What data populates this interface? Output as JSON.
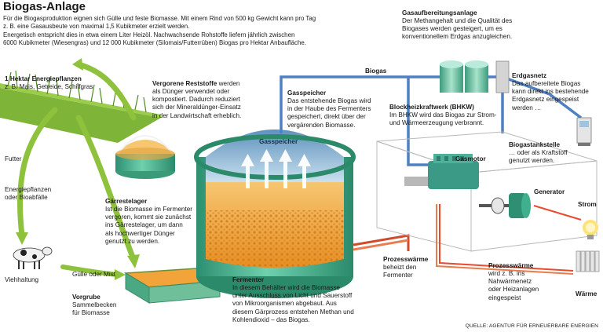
{
  "title": "Biogas-Anlage",
  "intro": {
    "line1": "Für die Biogasproduktion eignen sich Gülle und feste Biomasse. Mit einem Rind von 500 kg Gewicht kann pro Tag",
    "line2": "z. B. eine Gasausbeute von maximal 1,5 Kubikmeter erzielt werden.",
    "line3": "Energetisch entspricht dies in etwa einem Liter Heizöl. Nachwachsende Rohstoffe liefern jährlich zwischen",
    "line4": "6000 Kubikmeter (Wiesengras) und 12 000 Kubikmeter (Silomais/Futterrüben) Biogas pro Hektar Anbaufläche."
  },
  "labels": {
    "hektar_title": "1 Hektar Energiepflanzen",
    "hektar_text": "z. B. Mais, Getreide, Schilfgras",
    "futter": "Futter",
    "energiepflanzen": "Energiepflanzen\noder Bioabfälle",
    "viehhaltung": "Viehhaltung",
    "guelle": "Gülle oder Mist",
    "vorgrube_title": "Vorgrube",
    "vorgrube_text": "Sammelbecken\nfür Biomasse",
    "reststoffe_title": "Vergorene Reststoffe",
    "reststoffe_rest": " werden",
    "reststoffe_text": "als Dünger verwendet oder\nkompostiert. Dadurch reduziert\nsich der Mineraldünger-Einsatz\nin der Landwirtschaft erheblich.",
    "gaerrest_title": "Gärrestelager",
    "gaerrest_text": "Ist die Biomasse im Fermenter\nvergoren, kommt sie zunächst\nins Gärrestelager, um dann\nals hochwertiger Dünger\ngenutzt zu werden.",
    "gasspeicher_inner": "Gasspeicher",
    "gasspeicher_title": "Gasspeicher",
    "gasspeicher_text": "Das entstehende Biogas wird\nin der Haube des Fermenters\ngespeichert, direkt über der\nvergärenden Biomasse.",
    "fermenter_title": "Fermenter",
    "fermenter_text": "In diesem Behälter wird die Biomasse\nunter Ausschluss von Licht und Sauerstoff\nvon Mikroorganismen abgebaut. Aus\ndiesem Gärprozess entstehen Methan und\nKohlendioxid – das Biogas.",
    "biogas": "Biogas",
    "aufbereitung_title": "Gasaufbereitungsanlage",
    "aufbereitung_text": "Der Methangehalt und die Qualität des\nBiogases werden gesteigert, um es\nkonventionellem Erdgas anzugleichen.",
    "erdgasnetz_title": "Erdgasnetz",
    "erdgasnetz_text": "Das aufbereitete Biogas\nkann direkt ins bestehende\nErdgasnetz eingespeist\nwerden …",
    "bhkw_title": "Blockheizkraftwerk (BHKW)",
    "bhkw_text": "Im BHKW wird das Biogas zur Strom-\nund Wärmeerzeugung verbrannt.",
    "tankstelle_title": "Biogastankstelle",
    "tankstelle_text": "… oder als Kraftstoff\ngenutzt werden.",
    "gasmotor": "Gasmotor",
    "generator": "Generator",
    "strom": "Strom",
    "prozess_title": "Prozesswärme",
    "prozess_text": "beheizt den\nFermenter",
    "prozess2_title": "Prozesswärme",
    "prozess2_text": "wird z. B. ins\nNahwärmenetz\noder Heizanlagen\neingespeist",
    "waerme": "Wärme",
    "quelle": "QUELLE: AGENTUR FÜR ERNEUERBARE ENERGIEN"
  },
  "colors": {
    "fermenter_green": "#3fae8c",
    "biomass_orange": "#f2a33a",
    "gas_dome": "#8ab5d3",
    "arrow_green": "#8fc23c",
    "pipe_blue": "#4e80c2",
    "heat_red": "#d24a2b"
  }
}
